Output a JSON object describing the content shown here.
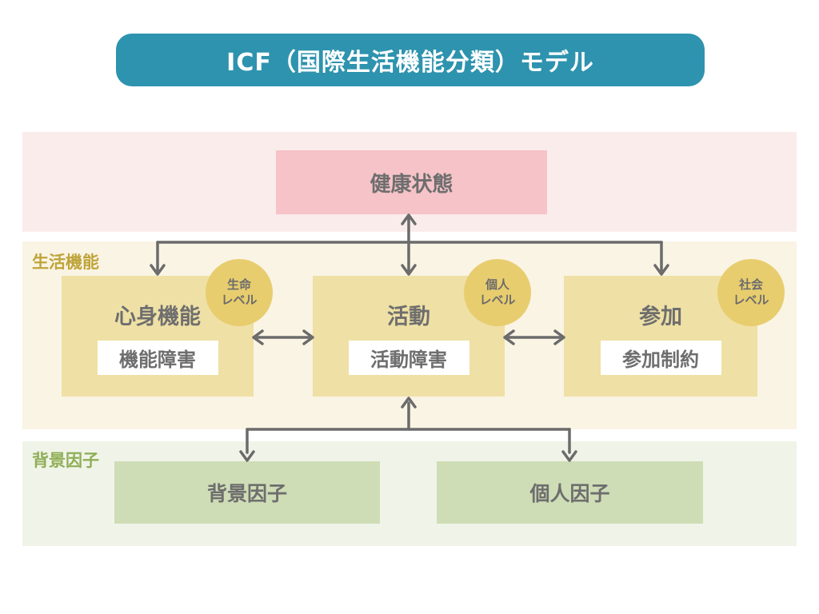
{
  "title": "ICF（国際生活機能分類）モデル",
  "health_band": {
    "box_label": "健康状態"
  },
  "life_band": {
    "label": "生活機能",
    "boxes": [
      {
        "label": "心身機能",
        "impairment": "機能障害",
        "badge_line1": "生命",
        "badge_line2": "レベル"
      },
      {
        "label": "活動",
        "impairment": "活動障害",
        "badge_line1": "個人",
        "badge_line2": "レベル"
      },
      {
        "label": "参加",
        "impairment": "参加制約",
        "badge_line1": "社会",
        "badge_line2": "レベル"
      }
    ]
  },
  "background_band": {
    "label": "背景因子",
    "boxes": [
      {
        "label": "背景因子"
      },
      {
        "label": "個人因子"
      }
    ]
  },
  "colors": {
    "title_bg": "#2e93ae",
    "title_text": "#ffffff",
    "health_band_bg": "#fbecec",
    "health_box_bg": "#f5c3c8",
    "life_band_bg": "#faf4e4",
    "life_box_bg": "#efe0a5",
    "level_badge_bg": "#e8cd6f",
    "background_band_bg": "#f0f4e8",
    "background_box_bg": "#cfddb6",
    "life_label_text": "#bfa43a",
    "background_label_text": "#8fae56",
    "arrow": "#6b6b6b",
    "box_text": "#6e6e6e"
  }
}
